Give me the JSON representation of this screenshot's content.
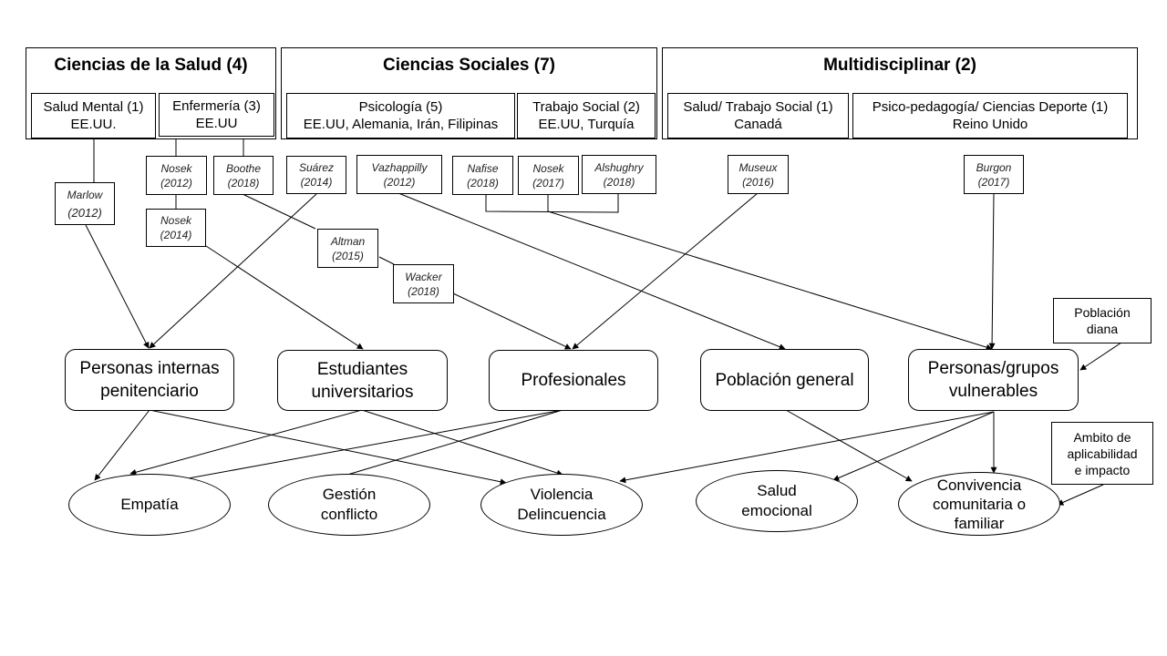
{
  "groups": [
    {
      "title": "Ciencias de la Salud (4)",
      "subs": [
        {
          "line1": "Salud Mental (1)",
          "line2": "EE.UU."
        },
        {
          "line1": "Enfermería  (3)",
          "line2": "EE.UU"
        }
      ]
    },
    {
      "title": "Ciencias Sociales (7)",
      "subs": [
        {
          "line1": "Psicología (5)",
          "line2": "EE.UU, Alemania, Irán,  Filipinas"
        },
        {
          "line1": "Trabajo Social (2)",
          "line2": "EE.UU, Turquía"
        }
      ]
    },
    {
      "title": "Multidisciplinar  (2)",
      "subs": [
        {
          "line1": "Salud/ Trabajo Social (1)",
          "line2": "Canadá"
        },
        {
          "line1": "Psico-pedagogía/ Ciencias Deporte (1)",
          "line2": "Reino Unido"
        }
      ]
    }
  ],
  "references": {
    "marlow": {
      "author": "Marlow",
      "year": "(2012)"
    },
    "nosek2012": {
      "author": "Nosek",
      "year": "(2012)"
    },
    "nosek2014": {
      "author": "Nosek",
      "year": "(2014)"
    },
    "boothe": {
      "author": "Boothe",
      "year": "(2018)"
    },
    "suarez": {
      "author": "Suárez",
      "year": "(2014)"
    },
    "vazhappilly": {
      "author": "Vazhappilly",
      "year": "(2012)"
    },
    "altman": {
      "author": "Altman",
      "year": "(2015)"
    },
    "wacker": {
      "author": "Wacker",
      "year": "(2018)"
    },
    "nafise": {
      "author": "Nafise",
      "year": "(2018)"
    },
    "nosek2017": {
      "author": "Nosek",
      "year": "(2017)"
    },
    "alshughry": {
      "author": "Alshughry",
      "year": "(2018)"
    },
    "museux": {
      "author": "Museux",
      "year": "(2016)"
    },
    "burgon": {
      "author": "Burgon",
      "year": "(2017)"
    }
  },
  "populations": [
    {
      "line1": "Personas internas",
      "line2": "penitenciario"
    },
    {
      "line1": "Estudiantes",
      "line2": "universitarios"
    },
    {
      "line1": "Profesionales",
      "line2": ""
    },
    {
      "line1": "Población general",
      "line2": ""
    },
    {
      "line1": "Personas/grupos",
      "line2": "vulnerables"
    }
  ],
  "outcomes": [
    {
      "line1": "Empatía",
      "line2": ""
    },
    {
      "line1": "Gestión",
      "line2": "conflicto"
    },
    {
      "line1": "Violencia",
      "line2": "Delincuencia"
    },
    {
      "line1": "Salud",
      "line2": "emocional"
    },
    {
      "line1": "Convivencia",
      "line2": "comunitaria o",
      "line3": "familiar"
    }
  ],
  "legend": {
    "target_population": {
      "line1": "Población",
      "line2": "diana"
    },
    "scope": {
      "line1": "Ambito de",
      "line2": "aplicabilidad",
      "line3": "e impacto"
    }
  }
}
